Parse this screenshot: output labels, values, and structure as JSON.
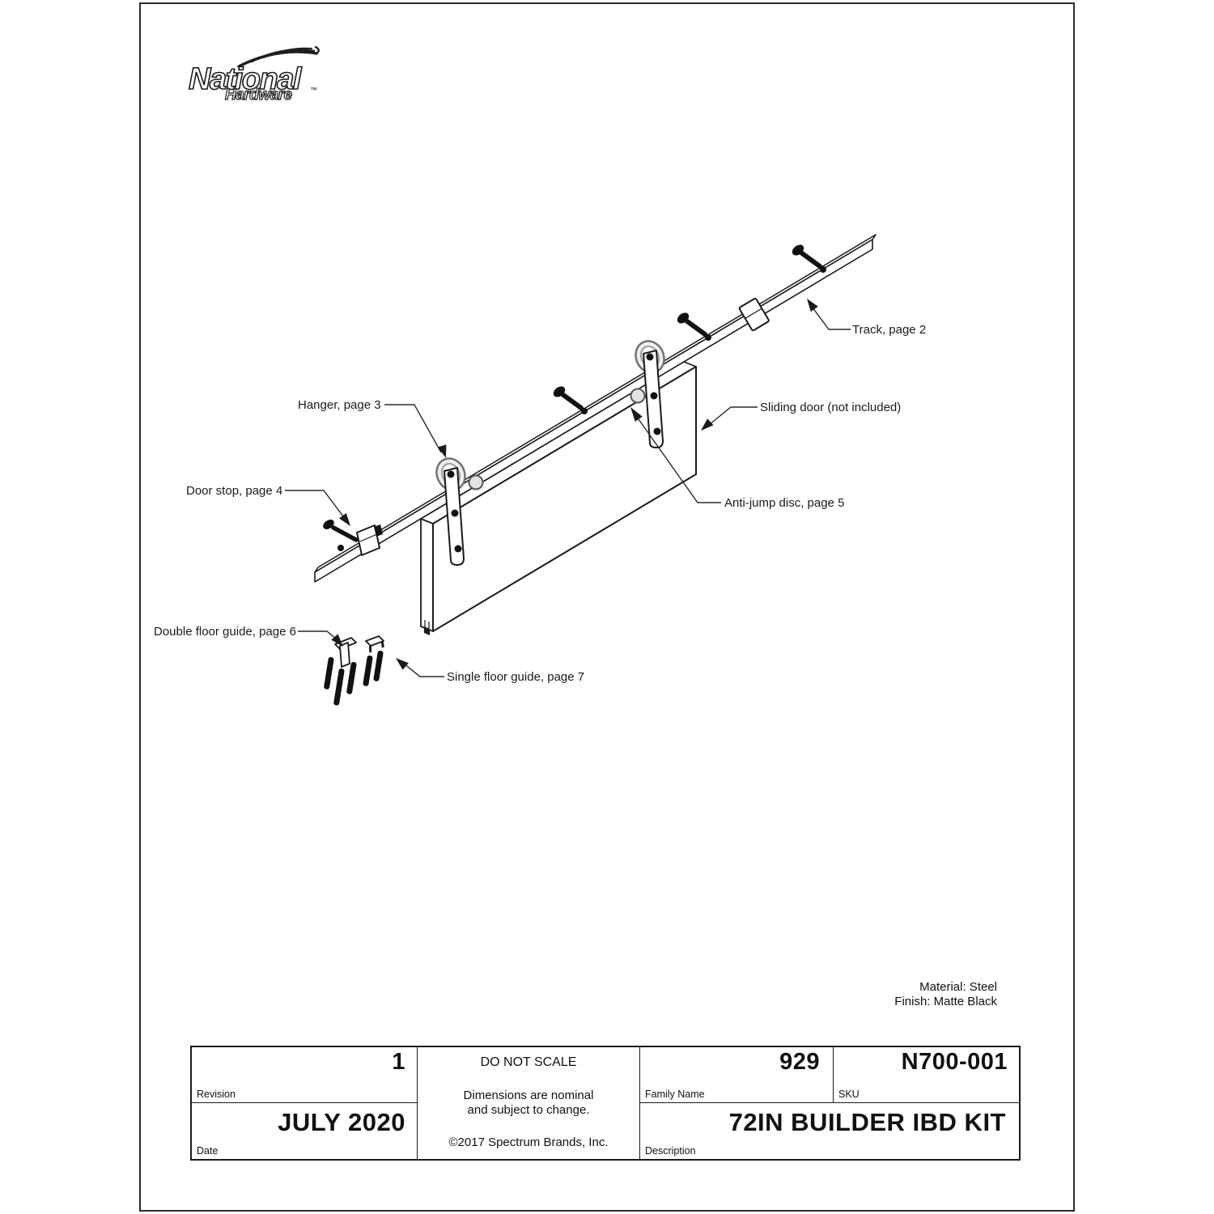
{
  "logo": {
    "brand": "National",
    "sub": "Hardware",
    "tm": "™"
  },
  "diagram": {
    "callouts": [
      {
        "id": "track",
        "label": "Track, page 2"
      },
      {
        "id": "hanger",
        "label": "Hanger, page 3"
      },
      {
        "id": "sliding-door",
        "label": "Sliding door (not included)"
      },
      {
        "id": "door-stop",
        "label": "Door stop, page 4"
      },
      {
        "id": "anti-jump-disc",
        "label": "Anti-jump disc, page 5"
      },
      {
        "id": "double-floor-guide",
        "label": "Double floor guide, page 6"
      },
      {
        "id": "single-floor-guide",
        "label": "Single floor guide, page 7"
      }
    ]
  },
  "specs": {
    "material": "Material: Steel",
    "finish": "Finish: Matte Black"
  },
  "title_block": {
    "revision": {
      "label": "Revision",
      "value": "1"
    },
    "date": {
      "label": "Date",
      "value": "JULY 2020"
    },
    "family_name": {
      "label": "Family Name",
      "value": "929"
    },
    "sku": {
      "label": "SKU",
      "value": "N700-001"
    },
    "description": {
      "label": "Description",
      "value": "72IN BUILDER IBD KIT"
    },
    "notes": {
      "line1": "DO NOT SCALE",
      "line2": "Dimensions are nominal",
      "line3": "and subject to change.",
      "line4": "©2017 Spectrum Brands, Inc."
    }
  },
  "colors": {
    "ink": "#1a1a1a",
    "paper": "#ffffff",
    "wheel_rim": "#8a8a8a"
  }
}
